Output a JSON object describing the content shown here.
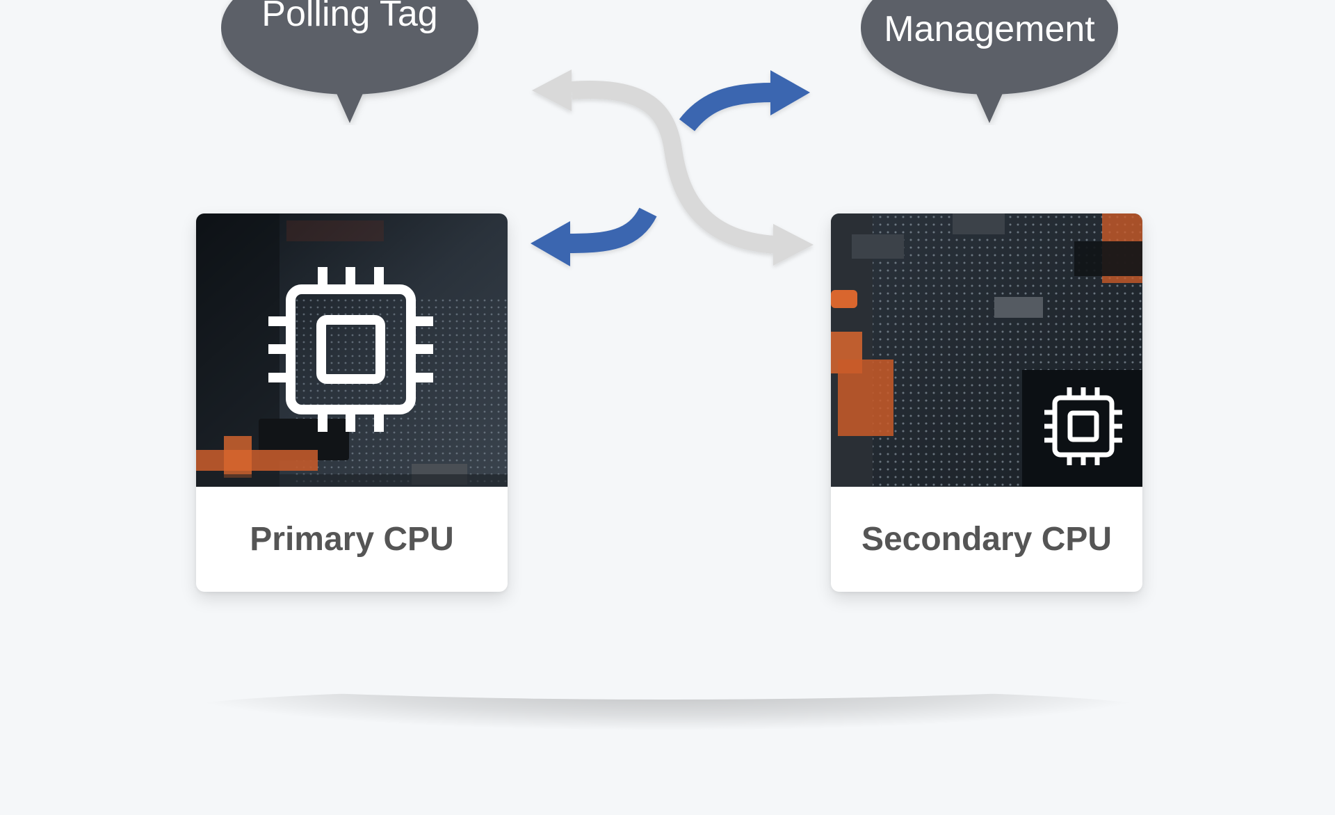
{
  "diagram": {
    "bubbles": [
      {
        "id": "left",
        "text": "Polling Tag"
      },
      {
        "id": "right",
        "text": "Management"
      }
    ],
    "cards": [
      {
        "id": "primary",
        "label": "Primary CPU",
        "icon": "cpu-chip-icon"
      },
      {
        "id": "secondary",
        "label": "Secondary CPU",
        "icon": "cpu-chip-icon"
      }
    ],
    "colors": {
      "background": "#f5f7f9",
      "bubble": "#5b6068",
      "arrow_primary": "#3a66b0",
      "arrow_secondary": "#d9d9d9",
      "label_text": "#555555",
      "photo_dark": "#1f262d",
      "circuit_orange": "#d9662e"
    }
  }
}
